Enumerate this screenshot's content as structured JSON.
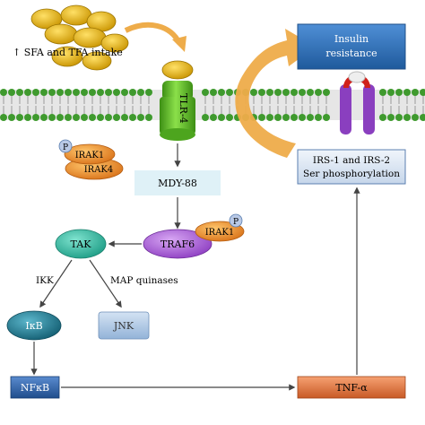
{
  "diagram": {
    "intake_label": "↑ SFA and TFA intake",
    "receptor_label": "TLR-4",
    "insulin_resistance_line1": "Insulin",
    "insulin_resistance_line2": "resistance",
    "irs_line1": "IRS-1 and IRS-2",
    "irs_line2": "Ser phosphorylation",
    "irak1_top": "IRAK1",
    "irak4": "IRAK4",
    "phospho_top": "P",
    "mdy88": "MDY-88",
    "traf6": "TRAF6",
    "irak1_right": "IRAK1",
    "phospho_right": "P",
    "tak": "TAK",
    "ikk": "IKK",
    "map_quinases": "MAP quinases",
    "ikb": "IκB",
    "jnk": "JNK",
    "nfkb": "NFκB",
    "tnf": "TNF-α"
  },
  "colors": {
    "membrane_head": "#3f9a2e",
    "membrane_tail": "#d8d8d8",
    "lipid_yellow": "#e8b400",
    "receptor_green": "#5cbb22",
    "insulin_blue": "#2f6fb6",
    "irs_box": "#d7e3f1",
    "irs_border": "#5b7fb0",
    "traf_purple": "#9b59c9",
    "irak_orange": "#e58a1e",
    "tak_teal": "#2bb5a0",
    "ikb_teal": "#1f7f95",
    "jnk_blue": "#a9c3e0",
    "nfkb_blue": "#2b5ea0",
    "tnf_orange": "#e0733a",
    "mdy_box": "#dff1f7",
    "big_arrow": "#eeac4a"
  }
}
